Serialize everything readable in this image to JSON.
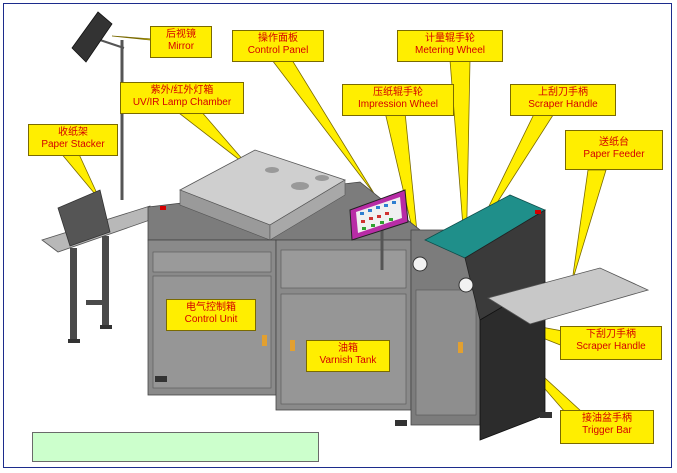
{
  "labels": {
    "mirror": {
      "zh": "后视镜",
      "en": "Mirror"
    },
    "control_panel": {
      "zh": "操作面板",
      "en": "Control Panel"
    },
    "metering_wheel": {
      "zh": "计量辊手轮",
      "en": "Metering Wheel"
    },
    "uv_ir_lamp_chamber": {
      "zh": "紫外/红外灯箱",
      "en": "UV/IR Lamp Chamber"
    },
    "impression_wheel": {
      "zh": "压纸辊手轮",
      "en": "Impression Wheel"
    },
    "scraper_handle_upper": {
      "zh": "上刮刀手柄",
      "en": "Scraper Handle"
    },
    "paper_stacker": {
      "zh": "收纸架",
      "en": "Paper Stacker"
    },
    "paper_feeder": {
      "zh": "送纸台",
      "en": "Paper Feeder"
    },
    "control_unit": {
      "zh": "电气控制箱",
      "en": "Control Unit"
    },
    "varnish_tank": {
      "zh": "油箱",
      "en": "Varnish Tank"
    },
    "scraper_handle_lower": {
      "zh": "下刮刀手柄",
      "en": "Scraper Handle"
    },
    "trigger_bar": {
      "zh": "接油盆手柄",
      "en": "Trigger Bar"
    }
  },
  "colors": {
    "callout_fill": "#ffee00",
    "callout_text": "#d40000",
    "frame": "#1c2c8c",
    "machine": "#8c8c8c",
    "panel_green": "#ccffcc"
  }
}
